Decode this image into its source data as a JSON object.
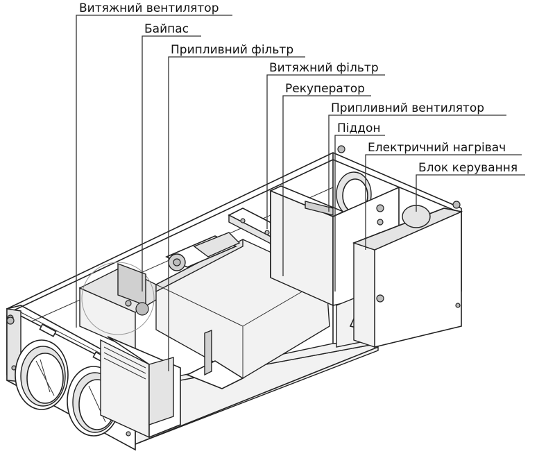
{
  "labels": {
    "exhaust_fan": "Витяжний вентилятор",
    "bypass": "Байпас",
    "supply_filter": "Припливний фільтр",
    "exhaust_filter": "Витяжний фільтр",
    "recuperator": "Рекуператор",
    "supply_fan": "Припливний вентилятор",
    "drip_tray": "Піддон",
    "electric_heater": "Електричний нагрівач",
    "control_block": "Блок керування"
  },
  "colors": {
    "line": "#222222",
    "text": "#111111",
    "background": "#ffffff"
  }
}
